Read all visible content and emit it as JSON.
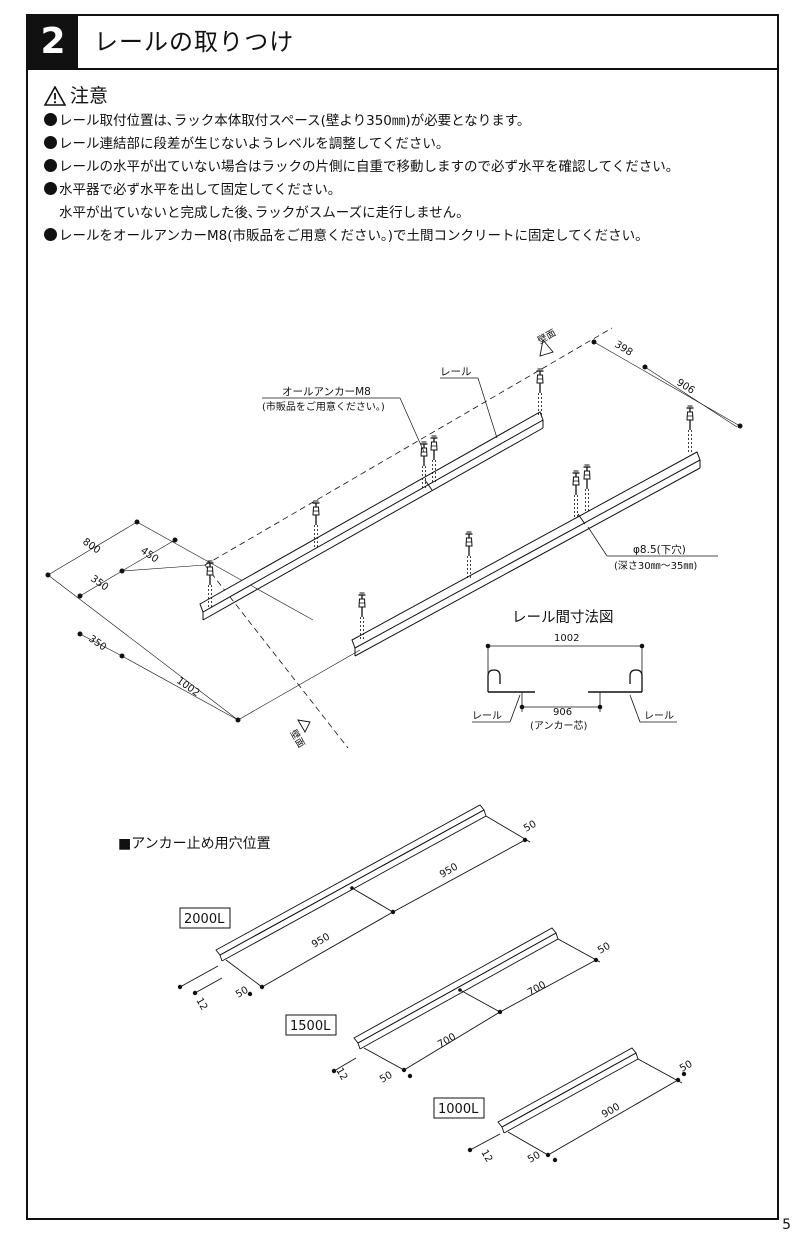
{
  "header": {
    "step_number": "2",
    "title": "レールの取りつけ"
  },
  "caution": {
    "title": "注意",
    "notes": [
      "レール取付位置は､ラック本体取付スペース(壁より350㎜)が必要となります。",
      "レール連結部に段差が生じないようレベルを調整してください。",
      "レールの水平が出ていない場合はラックの片側に自重で移動しますので必ず水平を確認してください。",
      "水平器で必ず水平を出して固定してください。",
      "レールをオールアンカーM8(市販品をご用意ください｡)で土間コンクリートに固定してください。"
    ],
    "note_continuation": "水平が出ていないと完成した後､ラックがスムーズに走行しません。"
  },
  "layout_diagram": {
    "wall_label": "壁面",
    "anchor_label_1": "オールアンカーM8",
    "anchor_label_2": "(市販品をご用意ください｡)",
    "rail_label": "レール",
    "hole_label_1": "φ8.5(下穴)",
    "hole_label_2": "(深さ30㎜～35㎜)",
    "dims": {
      "d398": "398",
      "d906": "906",
      "d800": "800",
      "d450": "450",
      "d350a": "350",
      "d350b": "350",
      "d1002": "1002"
    }
  },
  "rail_spacing": {
    "title": "レール間寸法図",
    "outer_dim": "1002",
    "inner_dim": "906",
    "inner_note": "(アンカー芯)",
    "left_label": "レール",
    "right_label": "レール"
  },
  "anchor_holes": {
    "title": "■アンカー止め用穴位置",
    "rails": [
      {
        "label": "2000L",
        "seg1": "950",
        "seg2": "950",
        "end_left": "50",
        "end_right": "50",
        "width": "12"
      },
      {
        "label": "1500L",
        "seg1": "700",
        "seg2": "700",
        "end_left": "50",
        "end_right": "50",
        "width": "12"
      },
      {
        "label": "1000L",
        "seg1": "900",
        "end_left": "50",
        "end_right": "50",
        "width": "12"
      }
    ]
  },
  "page_number": "5"
}
